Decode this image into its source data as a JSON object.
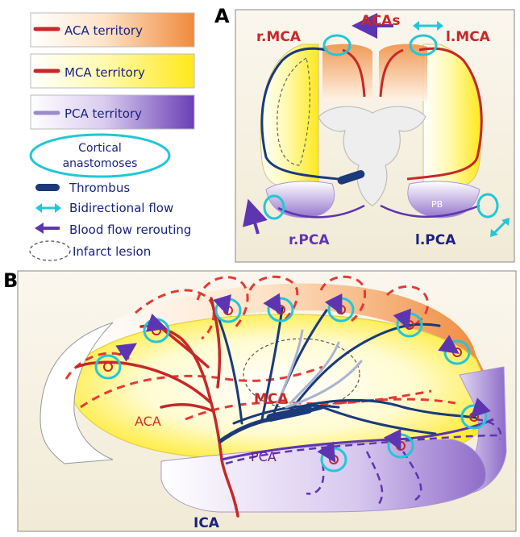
{
  "panels": {
    "a": "A",
    "b": "B"
  },
  "legend": {
    "aca": "ACA territory",
    "mca": "MCA territory",
    "pca": "PCA territory",
    "cortical_line1": "Cortical",
    "cortical_line2": "anastomoses",
    "thrombus": "Thrombus",
    "bidirectional": "Bidirectional flow",
    "rerouting": "Blood flow rerouting",
    "infarct": "Infarct lesion"
  },
  "panel_a": {
    "acas": "ACAs",
    "r_mca": "r.MCA",
    "l_mca": "l.MCA",
    "r_pca": "r.PCA",
    "l_pca": "l.PCA",
    "initials": "PB"
  },
  "panel_b": {
    "mca": "MCA",
    "aca": "ACA",
    "pca": "PCA",
    "ica": "ICA"
  },
  "colors": {
    "aca": "#f5a05a",
    "mca": "#ffee33",
    "pca": "#7e57c2",
    "artery": "#c62828",
    "vein": "#1a3a7a",
    "anastomosis": "#22c7d6"
  }
}
